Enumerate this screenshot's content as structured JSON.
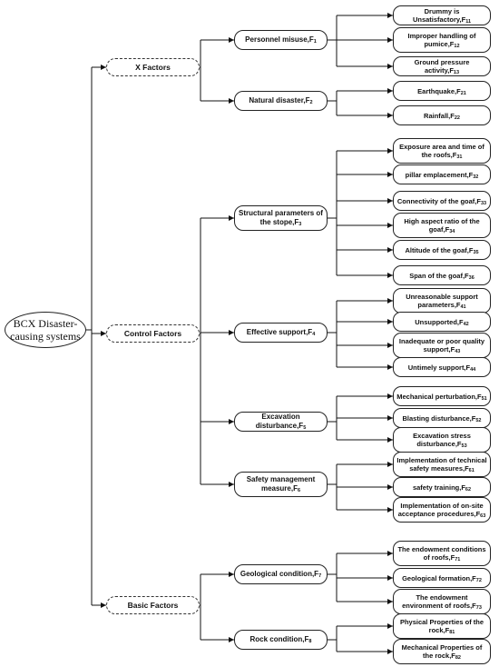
{
  "root": {
    "label": "BCX Disaster-causing systems"
  },
  "categories": [
    {
      "label": "X Factors",
      "factors": [
        {
          "label": "Personnel misuse,F",
          "sub": "1",
          "items": [
            {
              "label": "Drummy is Unsatisfactory,F",
              "sub": "11"
            },
            {
              "label": "Improper handling of pumice,F",
              "sub": "12"
            },
            {
              "label": "Ground pressure activity,F",
              "sub": "13"
            }
          ]
        },
        {
          "label": "Natural disaster,F",
          "sub": "2",
          "items": [
            {
              "label": "Earthquake,F",
              "sub": "21"
            },
            {
              "label": "Rainfall,F",
              "sub": "22"
            }
          ]
        }
      ]
    },
    {
      "label": "Control Factors",
      "factors": [
        {
          "label": "Structural parameters of the stope,F",
          "sub": "3",
          "items": [
            {
              "label": "Exposure area and time of the roofs,F",
              "sub": "31"
            },
            {
              "label": "pillar emplacement,F",
              "sub": "32"
            },
            {
              "label": "Connectivity of the goaf,F",
              "sub": "33"
            },
            {
              "label": "High aspect ratio of the goaf,F",
              "sub": "34"
            },
            {
              "label": "Altitude  of the goaf,F",
              "sub": "35"
            },
            {
              "label": "Span  of the goaf,F",
              "sub": "36"
            }
          ]
        },
        {
          "label": "Effective support,F",
          "sub": "4",
          "items": [
            {
              "label": "Unreasonable support parameters,F",
              "sub": "41"
            },
            {
              "label": "Unsupported,F",
              "sub": "42"
            },
            {
              "label": "Inadequate or poor quality support,F",
              "sub": "43"
            },
            {
              "label": "Untimely support,F",
              "sub": "44"
            }
          ]
        },
        {
          "label": "Excavation disturbance,F",
          "sub": "5",
          "items": [
            {
              "label": "Mechanical perturbation,F",
              "sub": "51"
            },
            {
              "label": "Blasting disturbance,F",
              "sub": "52"
            },
            {
              "label": "Excavation stress disturbance,F",
              "sub": "53"
            }
          ]
        },
        {
          "label": "Safety management measure,F",
          "sub": "6",
          "items": [
            {
              "label": "Implementation of technical safety measures,F",
              "sub": "61"
            },
            {
              "label": "safety training,F",
              "sub": "62"
            },
            {
              "label": "Implementation of on-site acceptance procedures,F",
              "sub": "63"
            }
          ]
        }
      ]
    },
    {
      "label": "Basic Factors",
      "factors": [
        {
          "label": "Geological condition,F",
          "sub": "7",
          "items": [
            {
              "label": "The endowment conditions of roofs,F",
              "sub": "71"
            },
            {
              "label": "Geological formation,F",
              "sub": "72"
            },
            {
              "label": "The endowment environment of roofs,F",
              "sub": "73"
            }
          ]
        },
        {
          "label": "Rock condition,F",
          "sub": "8",
          "items": [
            {
              "label": "Physical Properties of the rock,F",
              "sub": "81"
            },
            {
              "label": "Mechanical Properties of the rock,F",
              "sub": "82"
            }
          ]
        }
      ]
    }
  ]
}
